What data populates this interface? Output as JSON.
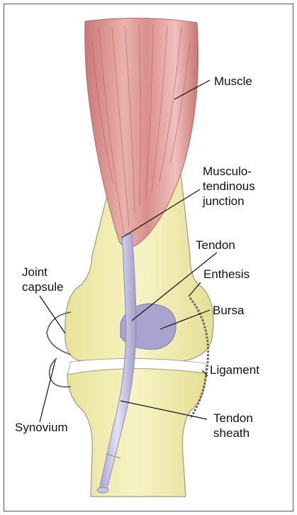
{
  "labels": {
    "muscle": "Muscle",
    "musculotendinous_junction": "Musculo-\ntendinous\njunction",
    "tendon": "Tendon",
    "joint_capsule": "Joint\ncapsule",
    "enthesis": "Enthesis",
    "bursa": "Bursa",
    "ligament": "Ligament",
    "synovium": "Synovium",
    "tendon_sheath": "Tendon\nsheath"
  },
  "colors": {
    "bone": "#f3efb2",
    "bone_outline": "#9a9a8a",
    "muscle": "#d98e8c",
    "muscle_fiber": "#b85a5c",
    "tendon": "#c6c2e0",
    "bursa": "#a9a3cf",
    "leader_line": "#111111"
  }
}
